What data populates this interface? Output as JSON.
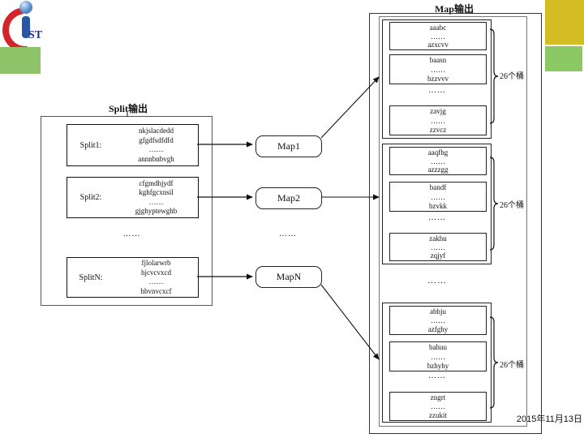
{
  "slide": {
    "date": "2015年11月13日",
    "logo": {
      "letter_i": "i",
      "letters": "ST"
    }
  },
  "colors": {
    "left_green_bar": "#8fc36a",
    "top_right_yellow_bar": "#d4bd23",
    "top_right_green_bar": "#8cc964",
    "logo_red": "#d5232a",
    "logo_blue": "#2a56a5"
  },
  "left_panel": {
    "title": "Split输出",
    "ellipsis": "……",
    "splits": [
      {
        "label": "Split1:",
        "lines": [
          "nkjslacdedd",
          "gfgdfsdfdfd",
          "……",
          "annnbnbvgh"
        ]
      },
      {
        "label": "Split2:",
        "lines": [
          "cfgmdhjydf",
          "kghfgcxnsil",
          "……",
          "gjghyptewghb"
        ]
      },
      {
        "label": "SplitN:",
        "lines": [
          "fjlolarwrb",
          "hjcvcvxcd",
          "……",
          "hbvnvcxcf"
        ]
      }
    ]
  },
  "maps": {
    "items": [
      "Map1",
      "Map2",
      "MapN"
    ],
    "ellipsis": "……"
  },
  "right_panel": {
    "title": "Map输出",
    "ellipsis": "……",
    "groups": [
      {
        "label": "26个桶",
        "buckets": [
          [
            "aaabc",
            "……",
            "azxcvv"
          ],
          [
            "baasn",
            "……",
            "bzzvvv"
          ],
          [
            "zavjg",
            "……",
            "zzvcz"
          ]
        ],
        "ellipsis": "……"
      },
      {
        "label": "26个桶",
        "buckets": [
          [
            "aaqfhg",
            "……",
            "azzzgg"
          ],
          [
            "bandf",
            "……",
            "bzvkk"
          ],
          [
            "zakhu",
            "……",
            "zqjyf"
          ]
        ],
        "ellipsis": "……"
      },
      {
        "label": "26个桶",
        "buckets": [
          [
            "abhju",
            "……",
            "azfghy"
          ],
          [
            "bahuu",
            "……",
            "bzhyhy"
          ],
          [
            "zngrt",
            "……",
            "zzukit"
          ]
        ],
        "ellipsis": "……"
      }
    ]
  }
}
